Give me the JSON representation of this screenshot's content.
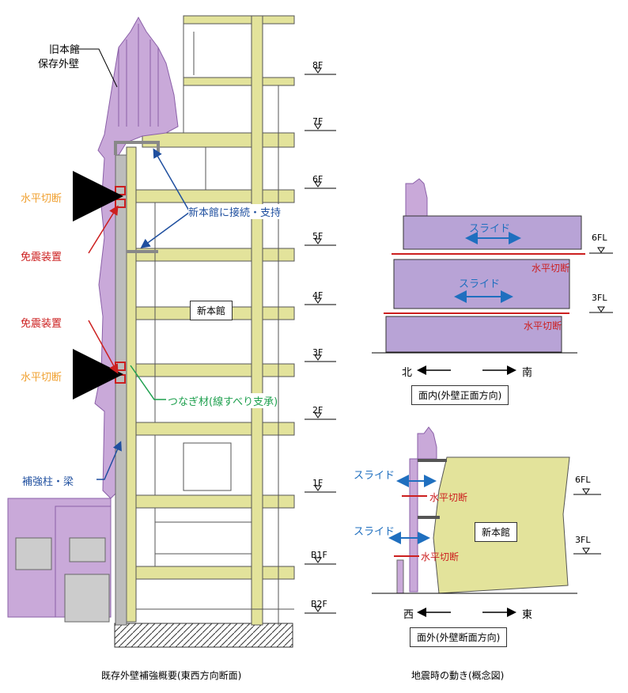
{
  "colors": {
    "wall": "#c9a9d9",
    "wall_dark": "#a97cc2",
    "beam": "#e3e39b",
    "orange": "#f0a030",
    "red": "#cc1f1f",
    "blue": "#1f4f9f",
    "green": "#1fa04f",
    "slide_blue": "#1f6fbf"
  },
  "left": {
    "old_wall_line1": "旧本館",
    "old_wall_line2": "保存外壁",
    "cut_top": "水平切断",
    "isolator_top": "免震装置",
    "isolator_bottom": "免震装置",
    "cut_bottom": "水平切断",
    "connect": "新本館に接続・支持",
    "tie": "つなぎ材(線すべり支承)",
    "reinforce": "補強柱・梁",
    "new_building": "新本館",
    "floors": [
      "8F",
      "7F",
      "6F",
      "5F",
      "4F",
      "3F",
      "2F",
      "1F",
      "B1F",
      "B2F"
    ],
    "caption": "既存外壁補強概要(東西方向断面)"
  },
  "right_top": {
    "slide1": "スライド",
    "slide2": "スライド",
    "cut1": "水平切断",
    "cut2": "水平切断",
    "fl6": "6FL",
    "fl3": "3FL",
    "north": "北",
    "south": "南",
    "box_label": "面内(外壁正面方向)"
  },
  "right_bottom": {
    "slide1": "スライド",
    "slide2": "スライド",
    "cut1": "水平切断",
    "cut2": "水平切断",
    "fl6": "6FL",
    "fl3": "3FL",
    "new_building": "新本館",
    "west": "西",
    "east": "東",
    "box_label": "面外(外壁断面方向)"
  },
  "caption": "地震時の動き(概念図)"
}
